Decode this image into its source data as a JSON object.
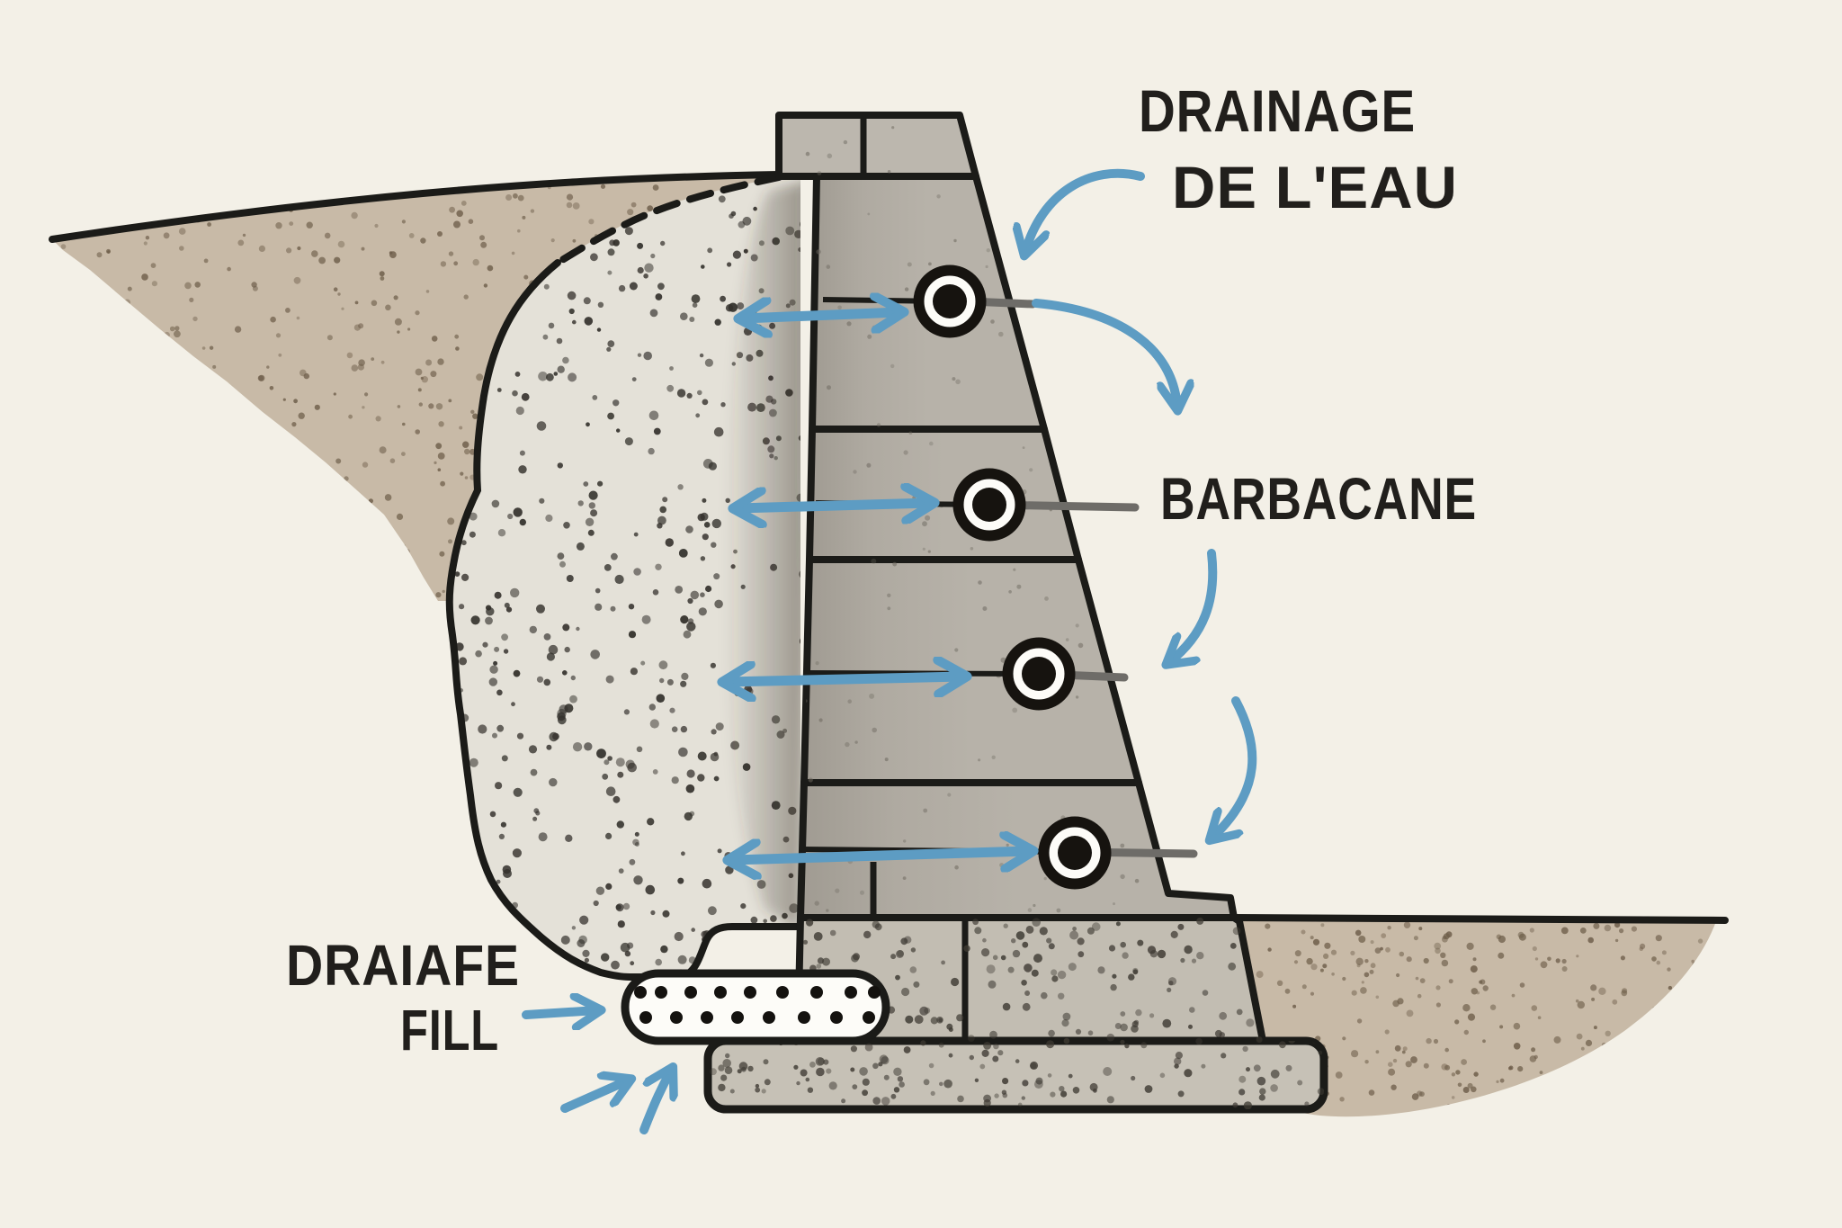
{
  "labels": {
    "drainage": {
      "line1": "DRAINAGE",
      "line2": "DE L'EAU"
    },
    "barbacane": "BARBACANE",
    "drain_fill": {
      "line1": "DRAIAFE",
      "line2": "FILL"
    }
  },
  "diagram": {
    "type": "retaining-wall-drainage-cross-section",
    "weep_hole_count": 4,
    "flow_arrow_count": 4,
    "colors": {
      "background": "#f3f0e7",
      "soil_tan": "#c8baa7",
      "gravel_fill": "#e4e1d8",
      "wall_gray": "#b7b2a9",
      "concrete": "#c6c1b6",
      "outline_black": "#1b1b18",
      "arrow_blue": "#5d9cc3",
      "pipe_white": "#fdfcf8",
      "outlet_gray": "#6e6c68",
      "text": "#211f1c"
    }
  }
}
